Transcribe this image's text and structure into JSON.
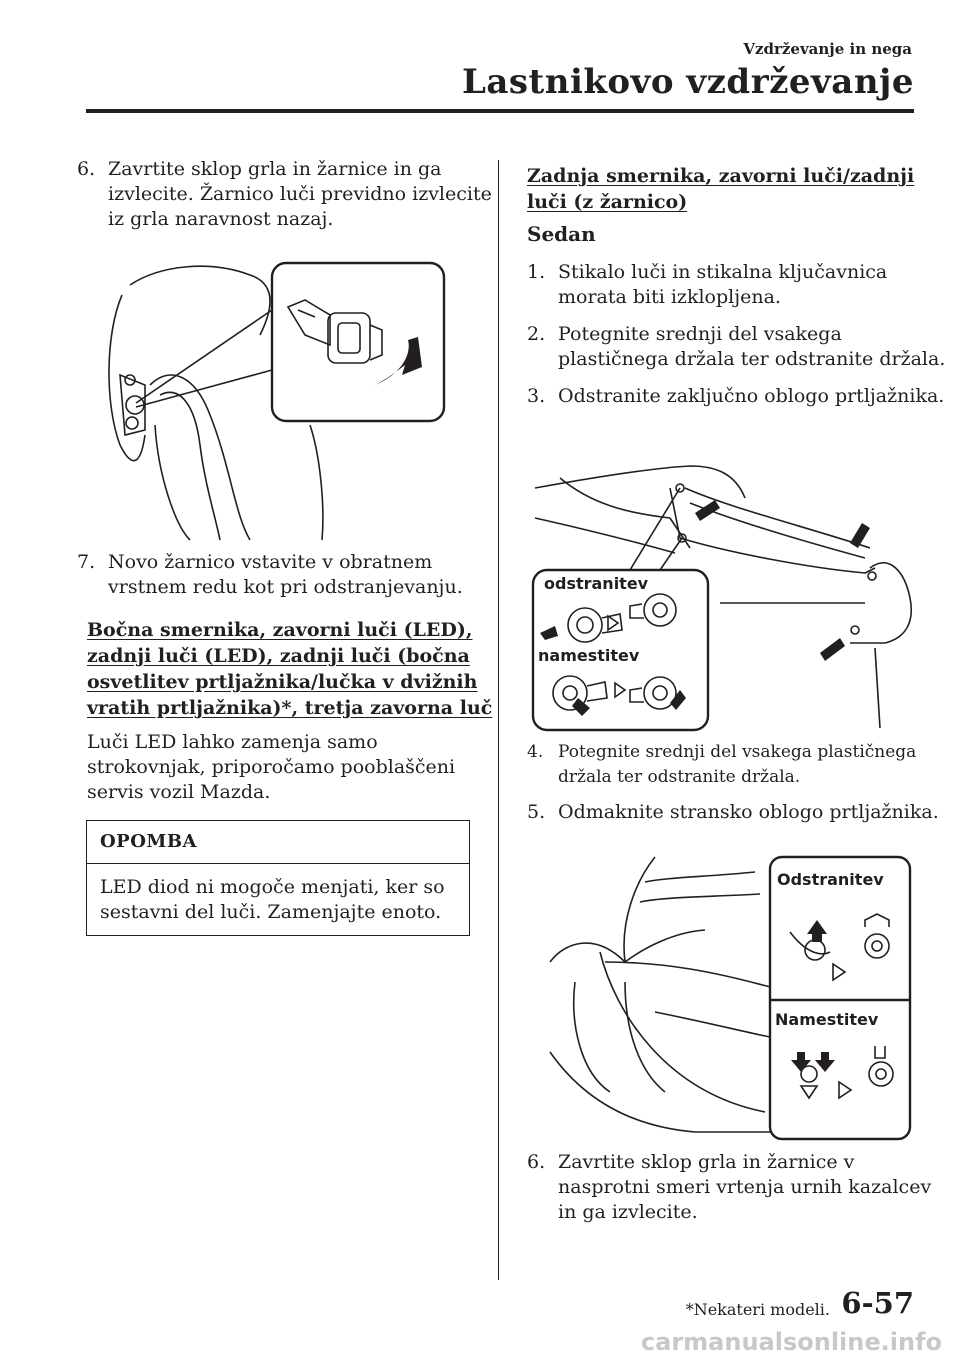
{
  "header": {
    "section": "Vzdrževanje in nega",
    "title": "Lastnikovo vzdrževanje"
  },
  "left": {
    "step6_num": "6.",
    "step6_text": "Zavrtite sklop grla in žarnice in ga izvlecite. Žarnico luči previdno izvlecite iz grla naravnost nazaj.",
    "step7_num": "7.",
    "step7_text": "Novo žarnico vstavite v obratnem vrstnem redu kot pri odstranjevanju.",
    "heading_line1": "Bočna smernika, zavorni luči (LED),",
    "heading_line2": "zadnji luči (LED), zadnji luči (bočna",
    "heading_line3": "osvetlitev prtljažnika/lučka v dvižnih",
    "heading_line4": "vratih prtljažnika)*, tretja zavorna luč",
    "paragraph": "Luči LED lahko zamenja samo strokovnjak, priporočamo pooblaščeni servis vozil Mazda.",
    "note_title": "OPOMBA",
    "note_text": "LED diod ni mogoče menjati, ker so sestavni del luči. Zamenjajte enoto."
  },
  "right": {
    "heading_line1": "Zadnja smernika, zavorni luči/zadnji",
    "heading_line2": "luči (z žarnico)",
    "subheading": "Sedan",
    "steps": [
      {
        "num": "1.",
        "text": "Stikalo luči in stikalna ključavnica morata biti izklopljena."
      },
      {
        "num": "2.",
        "text": "Potegnite srednji del vsakega plastičnega držala ter odstranite držala."
      },
      {
        "num": "3.",
        "text": "Odstranite zaključno oblogo prtljažnika."
      },
      {
        "num": "4.",
        "text": "Potegnite srednji del vsakega plastičnega držala ter odstranite držala."
      },
      {
        "num": "5.",
        "text": "Odmaknite stransko oblogo prtljažnika."
      },
      {
        "num": "6.",
        "text": "Zavrtite sklop grla in žarnice v nasprotni smeri vrtenja urnih kazalcev in ga izvlecite."
      }
    ],
    "diagram1_label_remove": "odstranitev",
    "diagram1_label_install": "namestitev",
    "diagram2_label_remove": "Odstranitev",
    "diagram2_label_install": "Namestitev"
  },
  "footer": {
    "note": "*Nekateri modeli.",
    "page": "6-57",
    "watermark": "carmanualsonline.info"
  }
}
